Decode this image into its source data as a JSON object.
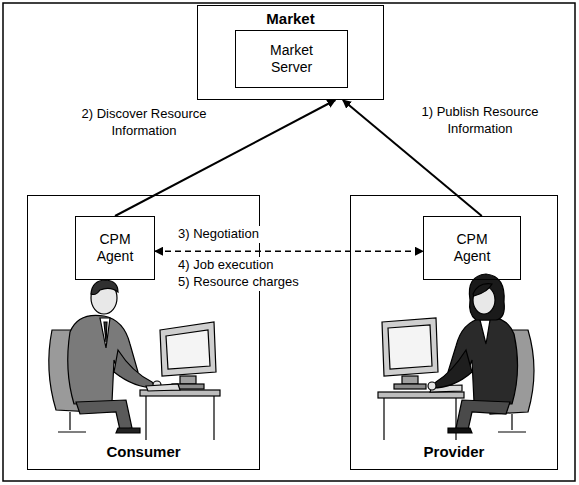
{
  "diagram": {
    "nodes": [
      {
        "text": [
          "Market"
        ]
      },
      {
        "text": [
          "Market Server"
        ],
        "in": 0
      },
      {
        "text": [
          "Consumer"
        ]
      },
      {
        "text": [
          "CPM Agent"
        ],
        "in": 2
      },
      {
        "text": [
          "Provider"
        ]
      },
      {
        "text": [
          "CPM Agent"
        ],
        "in": 4
      }
    ],
    "edges": [
      {
        "from": 5,
        "to": 0,
        "arrow": "to",
        "label": "1) Publish Resource Information"
      },
      {
        "from": 3,
        "to": 0,
        "arrow": "to",
        "label": "2) Discover Resource Information"
      },
      {
        "from": 3,
        "to": 5,
        "arrow": "both",
        "label": "3) Negotiation"
      }
    ],
    "labels": [
      "4) Job execution",
      "5) Resource charges"
    ]
  }
}
